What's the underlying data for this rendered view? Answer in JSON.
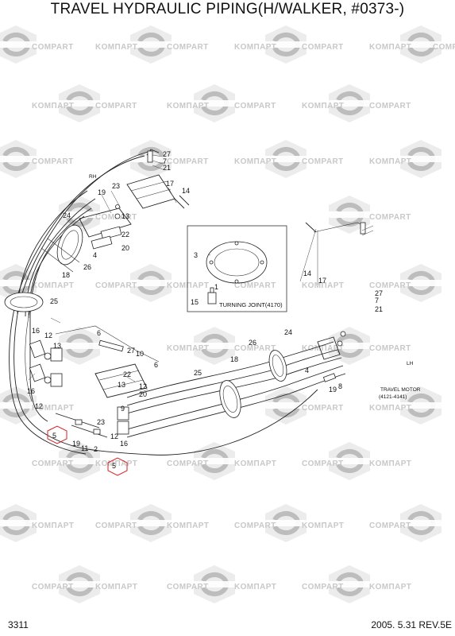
{
  "title": "TRAVEL HYDRAULIC PIPING(H/WALKER, #0373-)",
  "page_number": "3311",
  "footer_date": "2005. 5.31  REV.5E",
  "watermark": {
    "primary": "COMPART",
    "secondary": "KOMПAPT"
  },
  "side_labels": {
    "rh": "RH",
    "lh": "LH"
  },
  "turning_joint_label": "TURNING JOINT(4170)",
  "travel_motor_label": "TRAVEL MOTOR",
  "travel_motor_ref": "(4121-4141)",
  "callouts": {
    "c27a": "27",
    "c7a": "7",
    "c21a": "21",
    "c23a": "23",
    "c19a": "19",
    "c17a": "17",
    "c14a": "14",
    "c24a": "24",
    "c13a": "13",
    "c22a": "22",
    "c20a": "20",
    "c4a": "4",
    "c26a": "26",
    "c18a": "18",
    "c25a": "25",
    "c3": "3",
    "c1": "1",
    "c15": "15",
    "c14b": "14",
    "c17b": "17",
    "c27b": "27",
    "c7b": "7",
    "c21b": "21",
    "c16a": "16",
    "c12a": "12",
    "c13b": "13",
    "c6a": "6",
    "c27c": "27",
    "c10": "10",
    "c6b": "6",
    "c22b": "22",
    "c16b": "16",
    "c12b": "12",
    "c26b": "26",
    "c24b": "24",
    "c18b": "18",
    "c4b": "4",
    "c25b": "25",
    "c19b": "19",
    "c8": "8",
    "c13c": "13",
    "c12c": "12",
    "c20b": "20",
    "c23b": "23",
    "c19c": "19",
    "c11": "11",
    "c2": "2",
    "c12d": "12",
    "c16c": "16",
    "c9": "9",
    "c5a": "5",
    "c5b": "5"
  }
}
